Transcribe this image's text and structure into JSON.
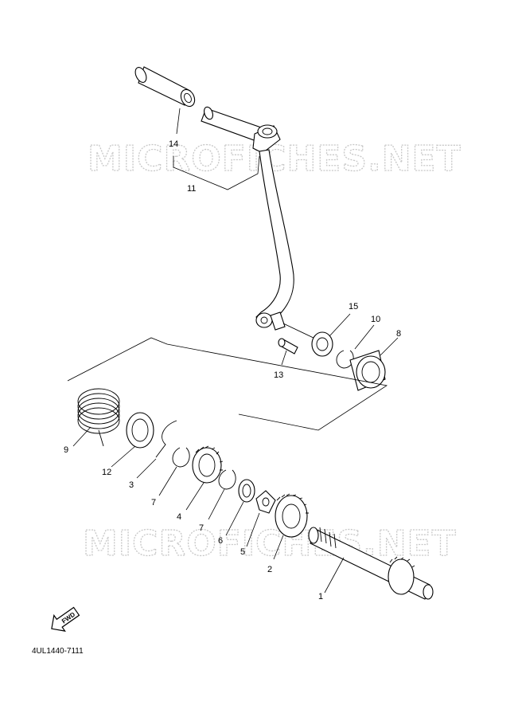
{
  "watermarks": [
    "MICROFICHES.NET",
    "MICROFICHES.NET"
  ],
  "diagram_code": "4UL1440-7111",
  "fwd_label": "FWD",
  "callouts": [
    {
      "id": "c1",
      "label": "1"
    },
    {
      "id": "c2",
      "label": "2"
    },
    {
      "id": "c3",
      "label": "3"
    },
    {
      "id": "c4",
      "label": "4"
    },
    {
      "id": "c5",
      "label": "5"
    },
    {
      "id": "c6",
      "label": "6"
    },
    {
      "id": "c7a",
      "label": "7"
    },
    {
      "id": "c7b",
      "label": "7"
    },
    {
      "id": "c8",
      "label": "8"
    },
    {
      "id": "c9",
      "label": "9"
    },
    {
      "id": "c10",
      "label": "10"
    },
    {
      "id": "c11",
      "label": "11"
    },
    {
      "id": "c12",
      "label": "12"
    },
    {
      "id": "c13",
      "label": "13"
    },
    {
      "id": "c14",
      "label": "14"
    },
    {
      "id": "c15",
      "label": "15"
    }
  ]
}
